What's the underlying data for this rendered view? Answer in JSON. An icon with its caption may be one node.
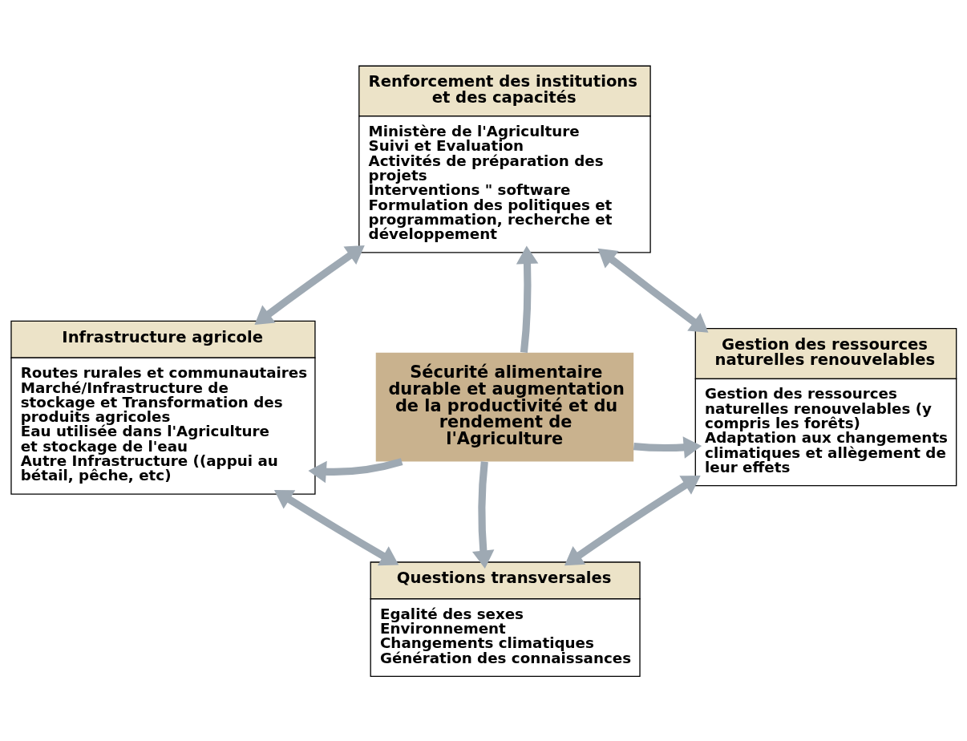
{
  "diagram": {
    "nodes": [
      {
        "text": [
          "Renforcement des institutions et des capacités",
          "Ministère de l'Agriculture",
          "Suivi et Evaluation",
          "Activités de préparation des projets",
          "Interventions \" software",
          "Formulation des politiques et programmation, recherche et développement"
        ]
      },
      {
        "text": [
          "Infrastructure agricole",
          "Routes rurales et communautaires",
          "Marché/Infrastructure de stockage et Transformation des produits agricoles",
          "Eau utilisée dans l'Agriculture et stockage de l'eau",
          "Autre Infrastructure ((appui au bétail, pêche, etc)"
        ]
      },
      {
        "text": [
          "Sécurité alimentaire durable et augmentation de la productivité et du rendement de l'Agriculture"
        ]
      },
      {
        "text": [
          "Gestion des ressources naturelles renouvelables",
          "Gestion des ressources naturelles renouvelables (y compris les forêts)",
          "Adaptation aux changements climatiques et allègement de leur effets"
        ]
      },
      {
        "text": [
          "Questions transversales",
          "Egalité des sexes",
          "Environnement",
          "Changements climatiques",
          "Génération des connaissances"
        ]
      }
    ],
    "edges": [
      {
        "from": 0,
        "to": 1,
        "arrow": "both"
      },
      {
        "from": 0,
        "to": 3,
        "arrow": "both"
      },
      {
        "from": 2,
        "to": 0,
        "arrow": "to"
      },
      {
        "from": 2,
        "to": 1,
        "arrow": "to"
      },
      {
        "from": 2,
        "to": 3,
        "arrow": "to"
      },
      {
        "from": 2,
        "to": 4,
        "arrow": "to"
      },
      {
        "from": 1,
        "to": 4,
        "arrow": "both"
      },
      {
        "from": 3,
        "to": 4,
        "arrow": "both"
      }
    ]
  }
}
